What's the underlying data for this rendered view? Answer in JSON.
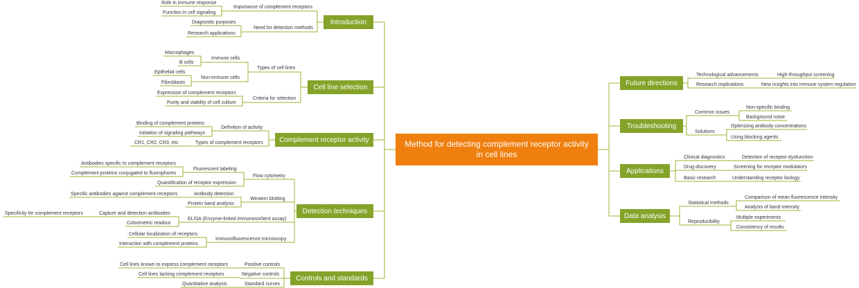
{
  "root": {
    "label": "Method for detecting complement receptor activity in cell lines"
  },
  "colors": {
    "root": "#ef7f0f",
    "branch": "#85a32a",
    "link": "#95b530",
    "text": "#333333"
  },
  "branches": [
    {
      "label": "Introduction",
      "children": [
        {
          "label": "Importance of complement receptors",
          "children": [
            {
              "label": "Role in immune response"
            },
            {
              "label": "Function in cell signaling"
            }
          ]
        },
        {
          "label": "Need for detection methods",
          "children": [
            {
              "label": "Diagnostic purposes"
            },
            {
              "label": "Research applications"
            }
          ]
        }
      ]
    },
    {
      "label": "Cell line selection",
      "children": [
        {
          "label": "Types of cell lines",
          "children": [
            {
              "label": "Immune cells",
              "children": [
                {
                  "label": "Macrophages"
                },
                {
                  "label": "B cells"
                }
              ]
            },
            {
              "label": "Non-immune cells",
              "children": [
                {
                  "label": "Epithelial cells"
                },
                {
                  "label": "Fibroblasts"
                }
              ]
            }
          ]
        },
        {
          "label": "Criteria for selection",
          "children": [
            {
              "label": "Expression of complement receptors"
            },
            {
              "label": "Purity and viability of cell culture"
            }
          ]
        }
      ]
    },
    {
      "label": "Complement receptor activity",
      "children": [
        {
          "label": "Definition of activity",
          "children": [
            {
              "label": "Binding of complement proteins"
            },
            {
              "label": "Initiation of signaling pathways"
            }
          ]
        },
        {
          "label": "Types of complement receptors",
          "children": [
            {
              "label": "CR1, CR2, CR3, etc."
            }
          ]
        }
      ]
    },
    {
      "label": "Detection techniques",
      "children": [
        {
          "label": "Flow cytometry",
          "children": [
            {
              "label": "Fluorescent labeling",
              "children": [
                {
                  "label": "Antibodies specific to complement receptors"
                },
                {
                  "label": "Complement proteins conjugated to fluorophores"
                }
              ]
            },
            {
              "label": "Quantification of receptor expression"
            }
          ]
        },
        {
          "label": "Western blotting",
          "children": [
            {
              "label": "Antibody detection",
              "children": [
                {
                  "label": "Specific antibodies against complement receptors"
                }
              ]
            },
            {
              "label": "Protein band analysis"
            }
          ]
        },
        {
          "label": "ELISA (Enzyme-linked immunosorbent assay)",
          "children": [
            {
              "label": "Capture and detection antibodies",
              "children": [
                {
                  "label": "Specificity for complement receptors"
                }
              ]
            },
            {
              "label": "Colorimetric readout"
            }
          ]
        },
        {
          "label": "Immunofluorescence microscopy",
          "children": [
            {
              "label": "Cellular localization of receptors"
            },
            {
              "label": "Interaction with complement proteins"
            }
          ]
        }
      ]
    },
    {
      "label": "Controls and standards",
      "children": [
        {
          "label": "Positive controls",
          "children": [
            {
              "label": "Cell lines known to express complement receptors"
            }
          ]
        },
        {
          "label": "Negative controls",
          "children": [
            {
              "label": "Cell lines lacking complement receptors"
            }
          ]
        },
        {
          "label": "Standard curves",
          "children": [
            {
              "label": "Quantitative analysis"
            }
          ]
        }
      ]
    },
    {
      "label": "Future directions",
      "children": [
        {
          "label": "Technological advancements",
          "children": [
            {
              "label": "High-throughput screening"
            }
          ]
        },
        {
          "label": "Research implications",
          "children": [
            {
              "label": "New insights into immune system regulation"
            }
          ]
        }
      ]
    },
    {
      "label": "Troubleshooting",
      "children": [
        {
          "label": "Common issues",
          "children": [
            {
              "label": "Non-specific binding"
            },
            {
              "label": "Background noise"
            }
          ]
        },
        {
          "label": "Solutions",
          "children": [
            {
              "label": "Optimizing antibody concentrations"
            },
            {
              "label": "Using blocking agents"
            }
          ]
        }
      ]
    },
    {
      "label": "Applications",
      "children": [
        {
          "label": "Clinical diagnostics",
          "children": [
            {
              "label": "Detection of receptor dysfunction"
            }
          ]
        },
        {
          "label": "Drug discovery",
          "children": [
            {
              "label": "Screening for receptor modulators"
            }
          ]
        },
        {
          "label": "Basic research",
          "children": [
            {
              "label": "Understanding receptor biology"
            }
          ]
        }
      ]
    },
    {
      "label": "Data analysis",
      "children": [
        {
          "label": "Statistical methods",
          "children": [
            {
              "label": "Comparison of mean fluorescence intensity"
            },
            {
              "label": "Analysis of band intensity"
            }
          ]
        },
        {
          "label": "Reproducibility",
          "children": [
            {
              "label": "Multiple experiments"
            },
            {
              "label": "Consistency of results"
            }
          ]
        }
      ]
    }
  ]
}
